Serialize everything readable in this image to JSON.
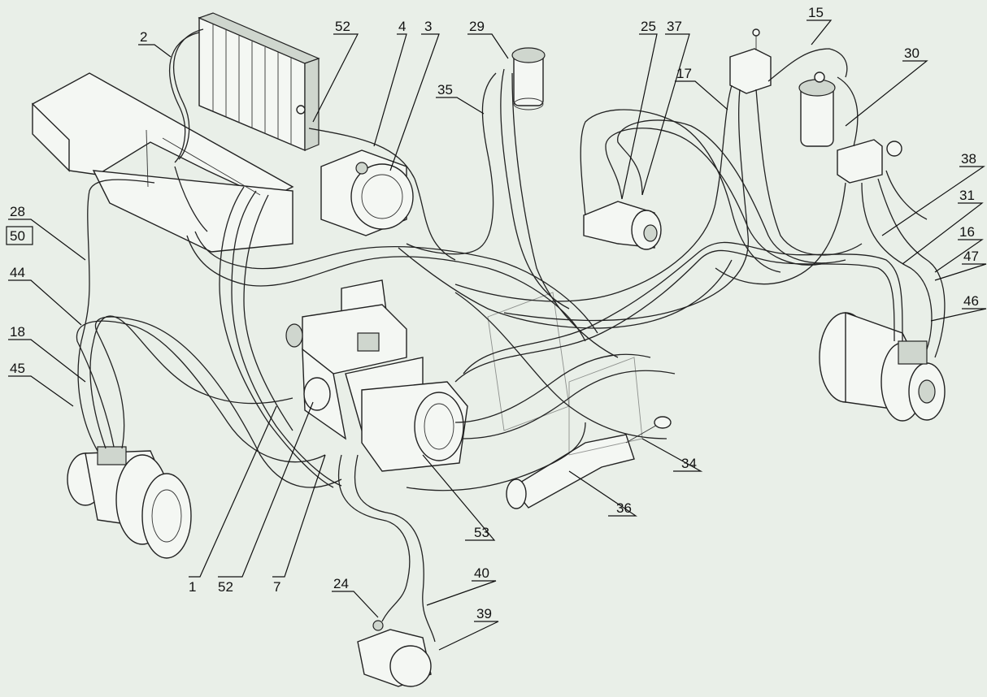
{
  "labels": {
    "l1": "1",
    "l2": "2",
    "l3": "3",
    "l4": "4",
    "l7": "7",
    "l15": "15",
    "l16": "16",
    "l17": "17",
    "l18": "18",
    "l24": "24",
    "l25": "25",
    "l28": "28",
    "l29": "29",
    "l30": "30",
    "l31": "31",
    "l34": "34",
    "l35": "35",
    "l36": "36",
    "l37": "37",
    "l38": "38",
    "l39": "39",
    "l40": "40",
    "l44": "44",
    "l45": "45",
    "l46": "46",
    "l47": "47",
    "l50": "50",
    "l52a": "52",
    "l52b": "52",
    "l53": "53"
  },
  "colors": {
    "background": "#e9efe8",
    "line": "#222222"
  }
}
